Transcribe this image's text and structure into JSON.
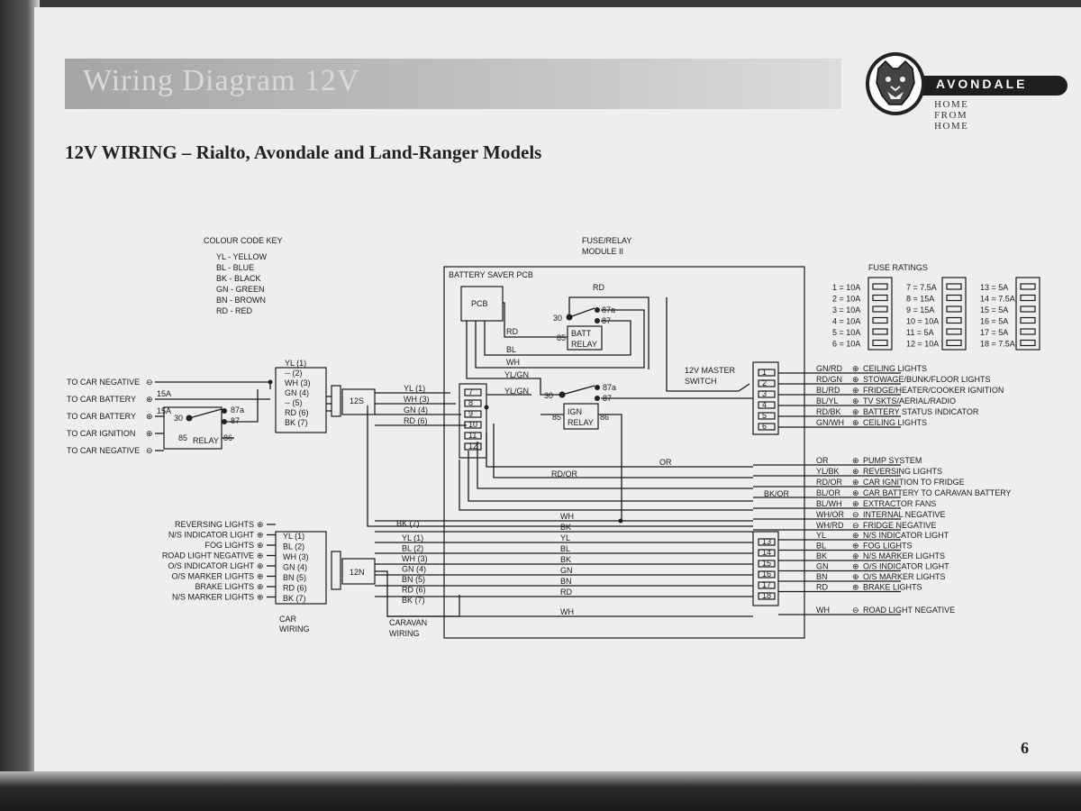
{
  "header": {
    "banner_title": "Wiring Diagram 12V",
    "heading": "12V WIRING – Rialto, Avondale and Land-Ranger Models",
    "brand_name": "AVONDALE",
    "brand_tagline": "HOME FROM HOME",
    "page_number": "6"
  },
  "colour_key": {
    "title": "COLOUR CODE KEY",
    "items": [
      "YL - YELLOW",
      "BL - BLUE",
      "BK - BLACK",
      "GN - GREEN",
      "BN - BROWN",
      "RD - RED"
    ]
  },
  "module": {
    "title_line1": "FUSE/RELAY",
    "title_line2": "MODULE II",
    "pcb_box_label": "BATTERY SAVER PCB",
    "pcb_label": "PCB",
    "batt_relay_line1": "BATT",
    "batt_relay_line2": "RELAY",
    "ign_relay_line1": "IGN",
    "ign_relay_line2": "RELAY",
    "master_switch_line1": "12V MASTER",
    "master_switch_line2": "SWITCH",
    "pin_30": "30",
    "pin_85": "85",
    "pin_86": "86",
    "pin_87": "87",
    "pin_87a": "87a",
    "wire_rd": "RD",
    "wire_bl": "BL",
    "wire_wh": "WH",
    "wire_ylgn1": "YL/GN",
    "wire_ylgn2": "YL/GN",
    "wire_or": "OR",
    "wire_rdor": "RD/OR",
    "wire_bkor": "BK/OR"
  },
  "fuse_ratings": {
    "title": "FUSE RATINGS",
    "col1": [
      "1 = 10A",
      "2 = 10A",
      "3 = 10A",
      "4 = 10A",
      "5 = 10A",
      "6 = 10A"
    ],
    "col2": [
      "7 = 7.5A",
      "8 = 15A",
      "9 = 15A",
      "10 = 10A",
      "11 = 5A",
      "12 = 10A"
    ],
    "col3": [
      "13 = 5A",
      "14 = 7.5A",
      "15 = 5A",
      "16 = 5A",
      "17 = 5A",
      "18 = 7.5A"
    ]
  },
  "car_supply": {
    "labels": [
      "TO CAR NEGATIVE",
      "TO CAR BATTERY",
      "TO CAR BATTERY",
      "TO CAR IGNITION",
      "TO CAR NEGATIVE"
    ],
    "fuse1": "15A",
    "fuse2": "15A",
    "relay_label": "RELAY",
    "pin_30": "30",
    "pin_85": "85",
    "pin_86": "86",
    "pin_87": "87",
    "pin_87a": "87a"
  },
  "connector_12s": {
    "label": "12S",
    "car_pins": [
      "YL (1)",
      "-- (2)",
      "WH (3)",
      "GN (4)",
      "-- (5)",
      "RD (6)",
      "BK (7)"
    ],
    "caravan_pins": [
      "YL (1)",
      "WH (3)",
      "GN (4)",
      "RD (6)"
    ]
  },
  "connector_12n": {
    "label": "12N",
    "car_labels": [
      "REVERSING LIGHTS",
      "N/S INDICATOR LIGHT",
      "FOG LIGHTS",
      "ROAD LIGHT NEGATIVE",
      "O/S INDICATOR LIGHT",
      "O/S MARKER LIGHTS",
      "BRAKE LIGHTS",
      "N/S MARKER LIGHTS"
    ],
    "car_pins": [
      "YL (1)",
      "BL (2)",
      "WH (3)",
      "GN (4)",
      "BN (5)",
      "RD (6)",
      "BK (7)"
    ],
    "caravan_pins": [
      "BK (7)",
      "YL (1)",
      "BL (2)",
      "WH (3)",
      "GN (4)",
      "BN (5)",
      "RD (6)",
      "BK (7)"
    ],
    "car_wiring_line1": "CAR",
    "car_wiring_line2": "WIRING",
    "caravan_wiring_line1": "CARAVAN",
    "caravan_wiring_line2": "WIRING"
  },
  "fuse_block_top": {
    "fuses": [
      "1",
      "2",
      "3",
      "4",
      "5",
      "6"
    ]
  },
  "fuse_block_mid": {
    "fuses": [
      "7",
      "8",
      "9",
      "10",
      "11",
      "12"
    ]
  },
  "fuse_block_bottom": {
    "fuses": [
      "13",
      "14",
      "15",
      "16",
      "17",
      "18"
    ]
  },
  "outputs_top": [
    {
      "code": "GN/RD",
      "label": "CEILING LIGHTS"
    },
    {
      "code": "RD/GN",
      "label": "STOWAGE/BUNK/FLOOR LIGHTS"
    },
    {
      "code": "BL/RD",
      "label": "FRIDGE/HEATER/COOKER IGNITION"
    },
    {
      "code": "BL/YL",
      "label": "TV SKTS/AERIAL/RADIO"
    },
    {
      "code": "RD/BK",
      "label": "BATTERY STATUS INDICATOR"
    },
    {
      "code": "GN/WH",
      "label": "CEILING LIGHTS"
    }
  ],
  "outputs_mid": [
    {
      "code": "OR",
      "label": "PUMP SYSTEM"
    },
    {
      "code": "YL/BK",
      "label": "REVERSING LIGHTS"
    },
    {
      "code": "RD/OR",
      "label": "CAR IGNITION TO FRIDGE"
    },
    {
      "code": "BL/OR",
      "label": "CAR BATTERY TO CARAVAN BATTERY"
    },
    {
      "code": "BL/WH",
      "label": "EXTRACTOR FANS"
    },
    {
      "code": "WH/OR",
      "label": "INTERNAL NEGATIVE"
    },
    {
      "code": "WH/RD",
      "label": "FRIDGE NEGATIVE"
    }
  ],
  "outputs_bottom": [
    {
      "code": "YL",
      "label": "N/S INDICATOR LIGHT"
    },
    {
      "code": "BL",
      "label": "FOG LIGHTS"
    },
    {
      "code": "BK",
      "label": "N/S MARKER LIGHTS"
    },
    {
      "code": "GN",
      "label": "O/S INDICATOR LIGHT"
    },
    {
      "code": "BN",
      "label": "O/S MARKER LIGHTS"
    },
    {
      "code": "RD",
      "label": "BRAKE LIGHTS"
    }
  ],
  "output_road_negative": {
    "code": "WH",
    "label": "ROAD LIGHT NEGATIVE"
  },
  "trunk_labels": [
    "WH",
    "BK",
    "YL",
    "BL",
    "BK",
    "GN",
    "BN",
    "RD",
    "WH"
  ]
}
